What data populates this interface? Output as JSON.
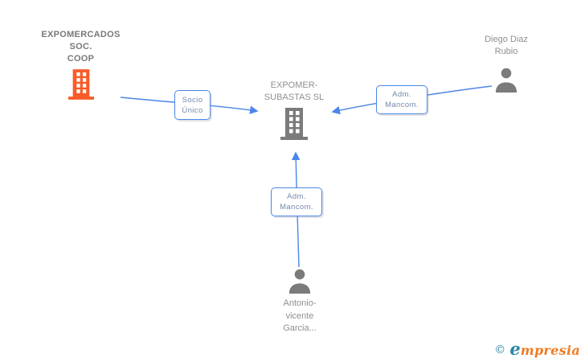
{
  "diagram": {
    "colors": {
      "edge_blue": "#4a86e8",
      "edge_label_text": "#7389ae",
      "company_accent_orange": "#f95b28",
      "icon_gray": "#7b7b7b",
      "node_text_gray": "#8f8f8f",
      "node_title_bold_gray": "#787878"
    },
    "nodes": {
      "expomercados": {
        "lines": [
          "EXPOMERCADOS",
          "SOC.",
          "COOP"
        ],
        "icon": "building-icon",
        "accent": "orange"
      },
      "expomer_subastas": {
        "lines": [
          "EXPOMER-",
          "SUBASTAS SL"
        ],
        "icon": "building-icon",
        "accent": "gray"
      },
      "diego": {
        "lines": [
          "Diego Diaz",
          "Rubio"
        ],
        "icon": "person-icon",
        "accent": "gray"
      },
      "antonio": {
        "lines": [
          "Antonio-",
          "vicente",
          "Garcia..."
        ],
        "icon": "person-icon",
        "accent": "gray"
      }
    },
    "edges": [
      {
        "id": "socio-unico",
        "label_lines": [
          "Socio",
          "Único"
        ],
        "from": "expomercados",
        "to": "expomer_subastas"
      },
      {
        "id": "adm-mancom-diego",
        "label_lines": [
          "Adm.",
          "Mancom."
        ],
        "from": "diego",
        "to": "expomer_subastas"
      },
      {
        "id": "adm-mancom-antonio",
        "label_lines": [
          "Adm.",
          "Mancom."
        ],
        "from": "antonio",
        "to": "expomer_subastas"
      }
    ]
  },
  "branding": {
    "copyright_symbol": "©",
    "logo_lead": "e",
    "logo_rest": "mpresia"
  }
}
